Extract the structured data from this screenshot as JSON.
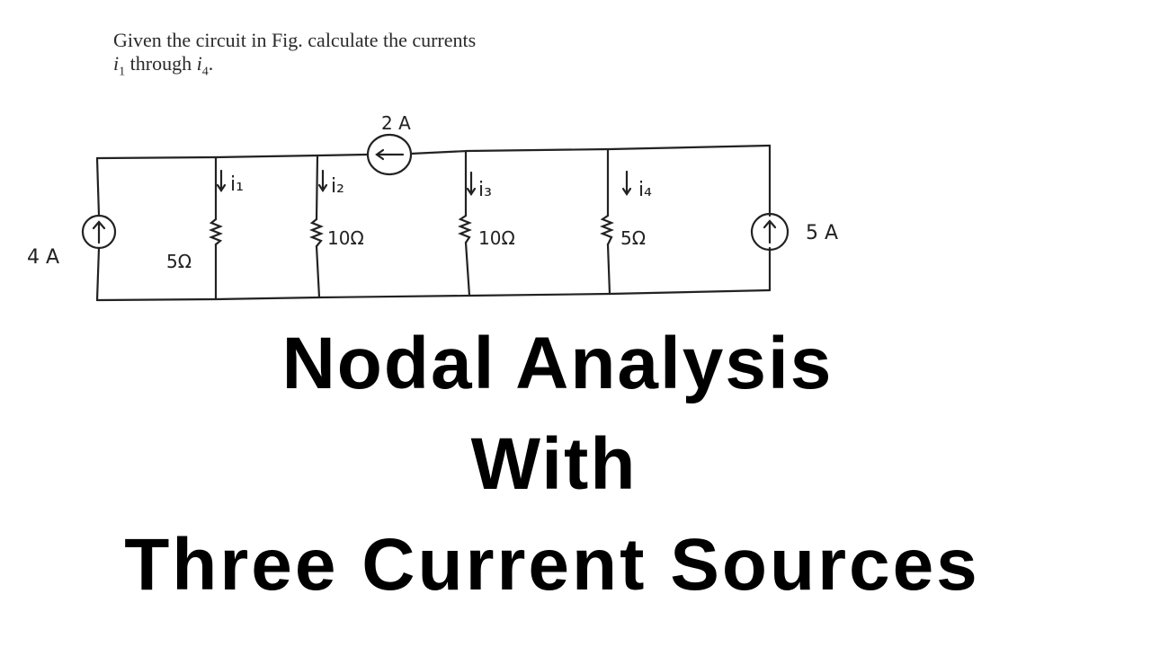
{
  "problem": {
    "line1": "Given the circuit in Fig.  calculate the currents",
    "line2_var1": "i",
    "line2_sub1": "1",
    "line2_mid": " through ",
    "line2_var2": "i",
    "line2_sub2": "4",
    "line2_end": "."
  },
  "circuit": {
    "sources": [
      {
        "label": "4 A",
        "direction": "up"
      },
      {
        "label": "2 A",
        "direction": "left"
      },
      {
        "label": "5 A",
        "direction": "up"
      }
    ],
    "resistors": [
      {
        "label": "5Ω",
        "current": "i₁"
      },
      {
        "label": "10Ω",
        "current": "i₂"
      },
      {
        "label": "10Ω",
        "current": "i₃"
      },
      {
        "label": "5Ω",
        "current": "i₄"
      }
    ],
    "ink_color": "#222222"
  },
  "title": {
    "line1": "Nodal Analysis",
    "line2": "With",
    "line3": "Three Current Sources"
  }
}
